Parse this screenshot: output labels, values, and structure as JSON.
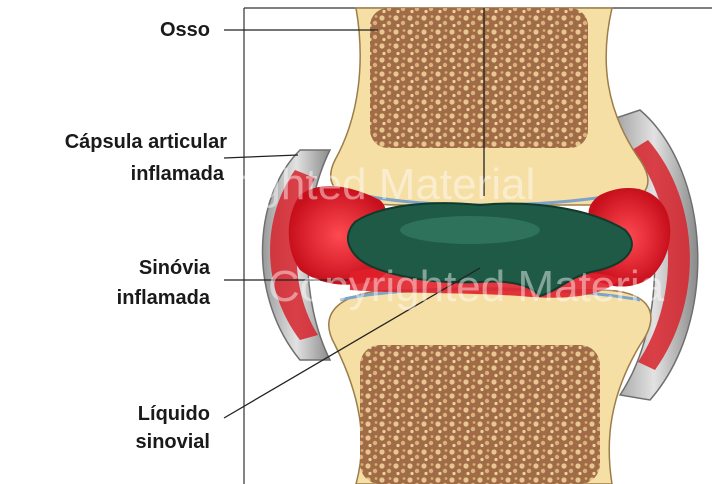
{
  "labels": {
    "bone": "Osso",
    "capsule_line1": "Cápsula articular",
    "capsule_line2": "inflamada",
    "synovium_line1": "Sinóvia",
    "synovium_line2": "inflamada",
    "fluid_line1": "Líquido",
    "fluid_line2": "sinovial"
  },
  "watermarks": {
    "upper": "righted Material",
    "lower": "Copyrighted Materia"
  },
  "colors": {
    "bone_cartilage": "#f5dfa4",
    "spongy_bone": "#8a5a3c",
    "capsule": "#b8b8b8",
    "inflamed_synovium": "#e0202a",
    "synovial_fluid": "#1e5a46",
    "leader_lines": "#222222"
  }
}
